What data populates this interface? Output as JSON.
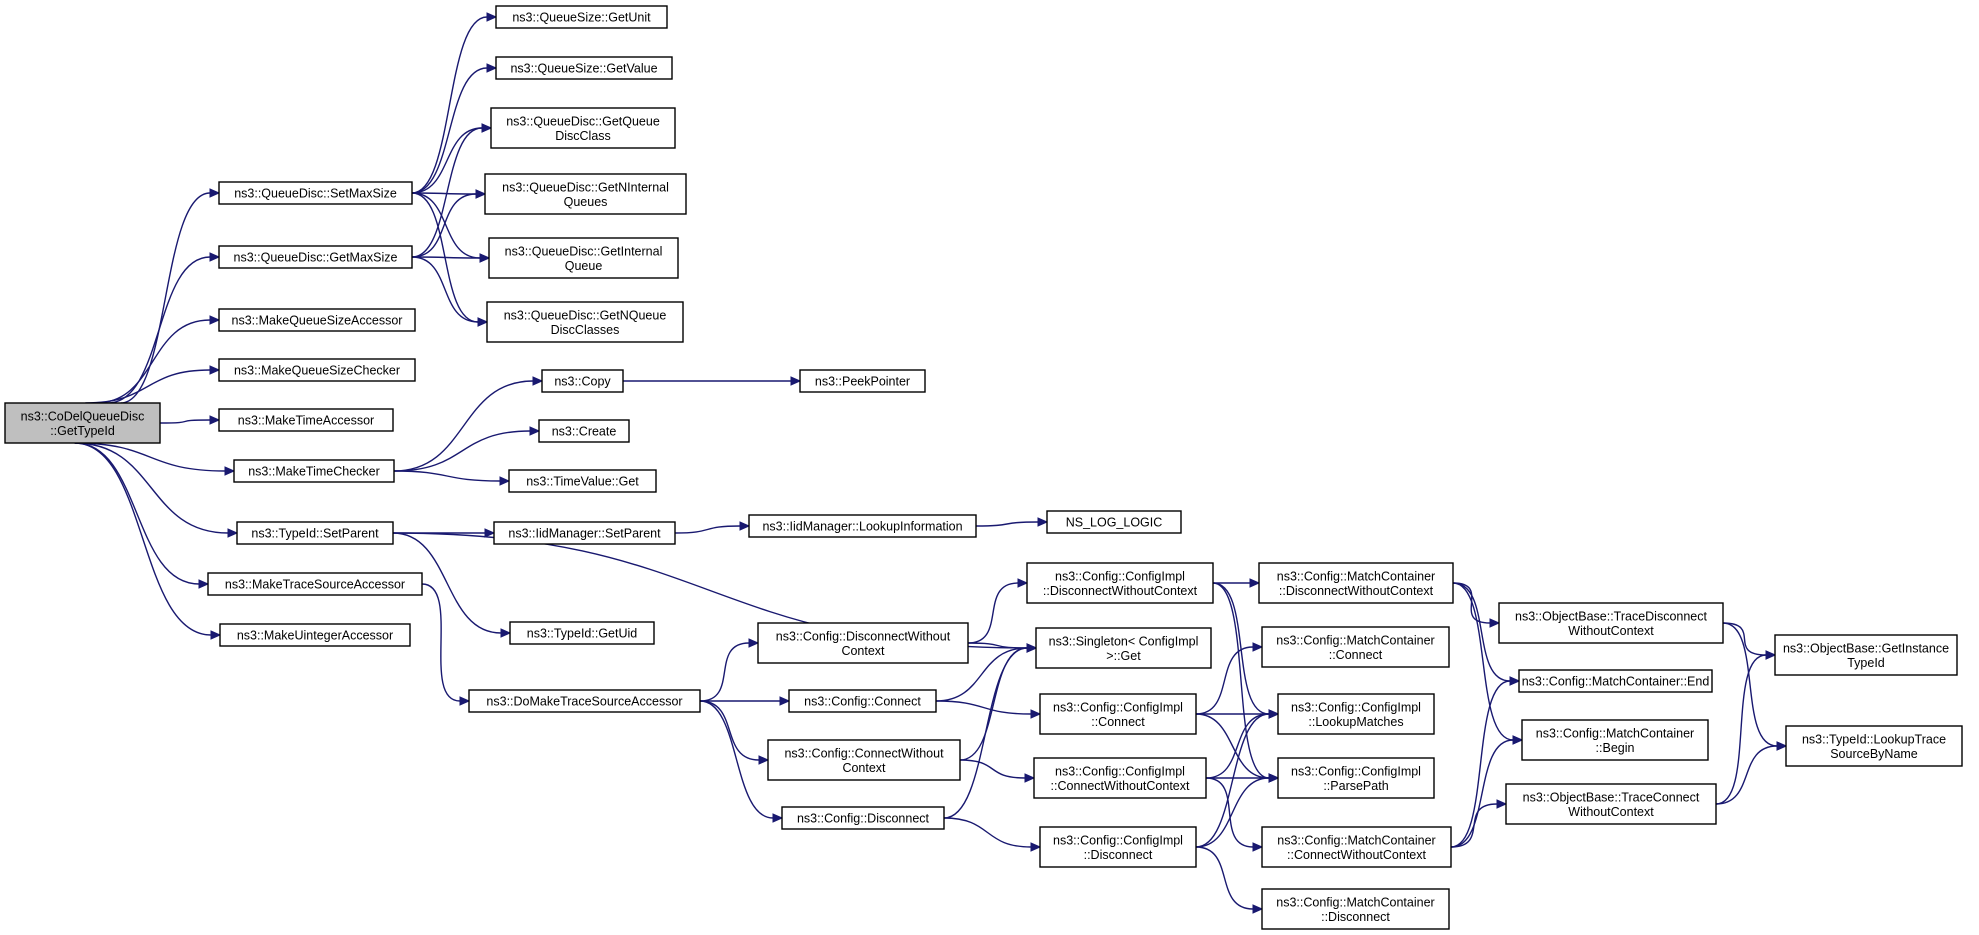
{
  "colors": {
    "edge": "#191970",
    "root_fill": "#bfbfbf",
    "node_fill": "#ffffff",
    "border": "#000000"
  },
  "nodes": [
    {
      "id": "root",
      "lines": [
        "ns3::CoDelQueueDisc",
        "::GetTypeId"
      ],
      "root": true
    },
    {
      "id": "setmaxsize",
      "lines": [
        "ns3::QueueDisc::SetMaxSize"
      ]
    },
    {
      "id": "getmaxsize",
      "lines": [
        "ns3::QueueDisc::GetMaxSize"
      ]
    },
    {
      "id": "mqsa",
      "lines": [
        "ns3::MakeQueueSizeAccessor"
      ]
    },
    {
      "id": "mqsc",
      "lines": [
        "ns3::MakeQueueSizeChecker"
      ]
    },
    {
      "id": "mta",
      "lines": [
        "ns3::MakeTimeAccessor"
      ]
    },
    {
      "id": "mtc",
      "lines": [
        "ns3::MakeTimeChecker"
      ]
    },
    {
      "id": "tsetparent",
      "lines": [
        "ns3::TypeId::SetParent"
      ]
    },
    {
      "id": "mtsa",
      "lines": [
        "ns3::MakeTraceSourceAccessor"
      ]
    },
    {
      "id": "muia",
      "lines": [
        "ns3::MakeUintegerAccessor"
      ]
    },
    {
      "id": "getunit",
      "lines": [
        "ns3::QueueSize::GetUnit"
      ]
    },
    {
      "id": "getvalue",
      "lines": [
        "ns3::QueueSize::GetValue"
      ]
    },
    {
      "id": "gqdc",
      "lines": [
        "ns3::QueueDisc::GetQueue",
        "DiscClass"
      ]
    },
    {
      "id": "gniq",
      "lines": [
        "ns3::QueueDisc::GetNInternal",
        "Queues"
      ]
    },
    {
      "id": "giq",
      "lines": [
        "ns3::QueueDisc::GetInternal",
        "Queue"
      ]
    },
    {
      "id": "gnqdc",
      "lines": [
        "ns3::QueueDisc::GetNQueue",
        "DiscClasses"
      ]
    },
    {
      "id": "copy",
      "lines": [
        "ns3::Copy"
      ]
    },
    {
      "id": "create",
      "lines": [
        "ns3::Create"
      ]
    },
    {
      "id": "tvget",
      "lines": [
        "ns3::TimeValue::Get"
      ]
    },
    {
      "id": "iidsetparent",
      "lines": [
        "ns3::IidManager::SetParent"
      ]
    },
    {
      "id": "getuid",
      "lines": [
        "ns3::TypeId::GetUid"
      ]
    },
    {
      "id": "domake",
      "lines": [
        "ns3::DoMakeTraceSourceAccessor"
      ]
    },
    {
      "id": "peek",
      "lines": [
        "ns3::PeekPointer"
      ]
    },
    {
      "id": "lookupinfo",
      "lines": [
        "ns3::IidManager::LookupInformation"
      ]
    },
    {
      "id": "nslog",
      "lines": [
        "NS_LOG_LOGIC"
      ]
    },
    {
      "id": "cdwc",
      "lines": [
        "ns3::Config::DisconnectWithout",
        "Context"
      ]
    },
    {
      "id": "cconnect",
      "lines": [
        "ns3::Config::Connect"
      ]
    },
    {
      "id": "ccwc",
      "lines": [
        "ns3::Config::ConnectWithout",
        "Context"
      ]
    },
    {
      "id": "cdisconnect",
      "lines": [
        "ns3::Config::Disconnect"
      ]
    },
    {
      "id": "cidwc",
      "lines": [
        "ns3::Config::ConfigImpl",
        "::DisconnectWithoutContext"
      ]
    },
    {
      "id": "singleton",
      "lines": [
        "ns3::Singleton< ConfigImpl",
        ">::Get"
      ]
    },
    {
      "id": "ciconnect",
      "lines": [
        "ns3::Config::ConfigImpl",
        "::Connect"
      ]
    },
    {
      "id": "cicwc",
      "lines": [
        "ns3::Config::ConfigImpl",
        "::ConnectWithoutContext"
      ]
    },
    {
      "id": "cidisconnect",
      "lines": [
        "ns3::Config::ConfigImpl",
        "::Disconnect"
      ]
    },
    {
      "id": "mcdwc",
      "lines": [
        "ns3::Config::MatchContainer",
        "::DisconnectWithoutContext"
      ]
    },
    {
      "id": "mcconnect",
      "lines": [
        "ns3::Config::MatchContainer",
        "::Connect"
      ]
    },
    {
      "id": "cilookup",
      "lines": [
        "ns3::Config::ConfigImpl",
        "::LookupMatches"
      ]
    },
    {
      "id": "ciparse",
      "lines": [
        "ns3::Config::ConfigImpl",
        "::ParsePath"
      ]
    },
    {
      "id": "mccwc",
      "lines": [
        "ns3::Config::MatchContainer",
        "::ConnectWithoutContext"
      ]
    },
    {
      "id": "mcdisconnect",
      "lines": [
        "ns3::Config::MatchContainer",
        "::Disconnect"
      ]
    },
    {
      "id": "obtdwc",
      "lines": [
        "ns3::ObjectBase::TraceDisconnect",
        "WithoutContext"
      ]
    },
    {
      "id": "mcend",
      "lines": [
        "ns3::Config::MatchContainer::End"
      ]
    },
    {
      "id": "mcbegin",
      "lines": [
        "ns3::Config::MatchContainer",
        "::Begin"
      ]
    },
    {
      "id": "obtcwc",
      "lines": [
        "ns3::ObjectBase::TraceConnect",
        "WithoutContext"
      ]
    },
    {
      "id": "obgit",
      "lines": [
        "ns3::ObjectBase::GetInstance",
        "TypeId"
      ]
    },
    {
      "id": "tidlookup",
      "lines": [
        "ns3::TypeId::LookupTrace",
        "SourceByName"
      ]
    }
  ],
  "edges": [
    [
      "root",
      "setmaxsize"
    ],
    [
      "root",
      "getmaxsize"
    ],
    [
      "root",
      "mqsa"
    ],
    [
      "root",
      "mqsc"
    ],
    [
      "root",
      "mta"
    ],
    [
      "root",
      "mtc"
    ],
    [
      "root",
      "tsetparent"
    ],
    [
      "root",
      "mtsa"
    ],
    [
      "root",
      "muia"
    ],
    [
      "setmaxsize",
      "getunit"
    ],
    [
      "setmaxsize",
      "getvalue"
    ],
    [
      "setmaxsize",
      "gqdc"
    ],
    [
      "setmaxsize",
      "gniq"
    ],
    [
      "setmaxsize",
      "giq"
    ],
    [
      "setmaxsize",
      "gnqdc"
    ],
    [
      "getmaxsize",
      "gqdc"
    ],
    [
      "getmaxsize",
      "gniq"
    ],
    [
      "getmaxsize",
      "giq"
    ],
    [
      "getmaxsize",
      "gnqdc"
    ],
    [
      "mtc",
      "copy"
    ],
    [
      "mtc",
      "create"
    ],
    [
      "mtc",
      "tvget"
    ],
    [
      "copy",
      "peek"
    ],
    [
      "tsetparent",
      "iidsetparent"
    ],
    [
      "tsetparent",
      "getuid"
    ],
    [
      "tsetparent",
      "singleton"
    ],
    [
      "iidsetparent",
      "lookupinfo"
    ],
    [
      "lookupinfo",
      "nslog"
    ],
    [
      "mtsa",
      "domake"
    ],
    [
      "domake",
      "cdwc"
    ],
    [
      "domake",
      "cconnect"
    ],
    [
      "domake",
      "ccwc"
    ],
    [
      "domake",
      "cdisconnect"
    ],
    [
      "cdwc",
      "cidwc"
    ],
    [
      "cdwc",
      "singleton"
    ],
    [
      "cconnect",
      "ciconnect"
    ],
    [
      "cconnect",
      "singleton"
    ],
    [
      "ccwc",
      "cicwc"
    ],
    [
      "ccwc",
      "singleton"
    ],
    [
      "cdisconnect",
      "cidisconnect"
    ],
    [
      "cdisconnect",
      "singleton"
    ],
    [
      "cidwc",
      "mcdwc"
    ],
    [
      "cidwc",
      "cilookup"
    ],
    [
      "cidwc",
      "ciparse"
    ],
    [
      "ciconnect",
      "mcconnect"
    ],
    [
      "ciconnect",
      "cilookup"
    ],
    [
      "ciconnect",
      "ciparse"
    ],
    [
      "cicwc",
      "mccwc"
    ],
    [
      "cicwc",
      "cilookup"
    ],
    [
      "cicwc",
      "ciparse"
    ],
    [
      "cidisconnect",
      "mcdisconnect"
    ],
    [
      "cidisconnect",
      "cilookup"
    ],
    [
      "cidisconnect",
      "ciparse"
    ],
    [
      "mcdwc",
      "obtdwc"
    ],
    [
      "mcdwc",
      "mcend"
    ],
    [
      "mcdwc",
      "mcbegin"
    ],
    [
      "mccwc",
      "obtcwc"
    ],
    [
      "mccwc",
      "mcend"
    ],
    [
      "mccwc",
      "mcbegin"
    ],
    [
      "obtdwc",
      "obgit"
    ],
    [
      "obtdwc",
      "tidlookup"
    ],
    [
      "obtcwc",
      "obgit"
    ],
    [
      "obtcwc",
      "tidlookup"
    ]
  ]
}
